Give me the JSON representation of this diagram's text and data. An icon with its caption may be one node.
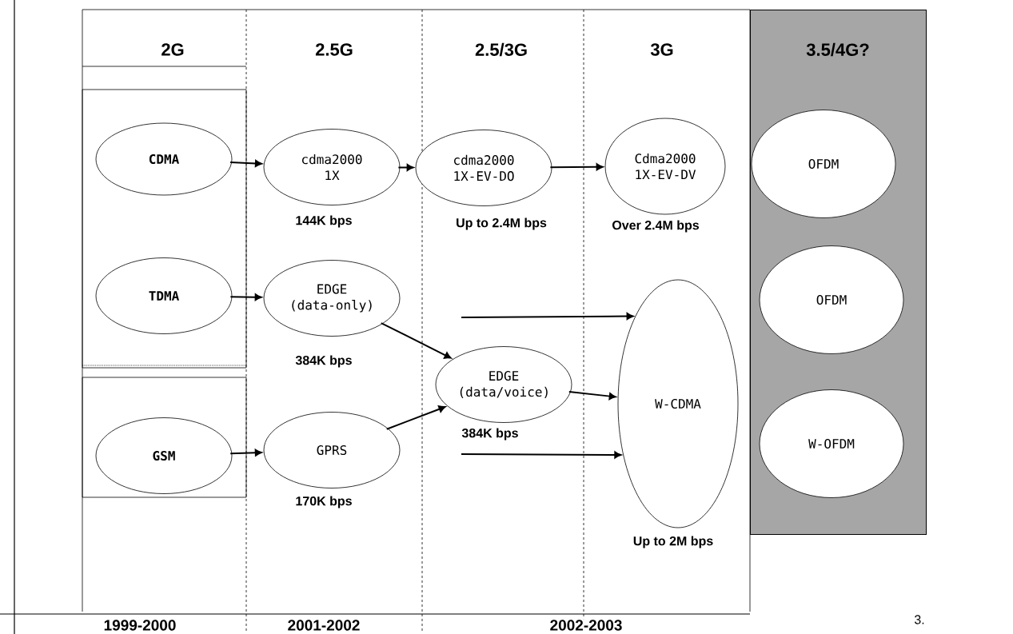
{
  "diagram": {
    "nodes": [
      {
        "text": [
          "CDMA"
        ]
      },
      {
        "text": [
          "cdma2000 1X"
        ],
        "beside": [
          "144K bps"
        ]
      },
      {
        "text": [
          "cdma2000 1X-EV-DO"
        ],
        "beside": [
          "Up to 2.4M bps"
        ]
      },
      {
        "text": [
          "Cdma2000 1X-EV-DV"
        ],
        "beside": [
          "Over 2.4M bps"
        ]
      },
      {
        "text": [
          "TDMA"
        ]
      },
      {
        "text": [
          "EDGE (data-only)"
        ],
        "beside": [
          "384K bps"
        ]
      },
      {
        "text": [
          "EDGE (data/voice)"
        ],
        "beside": [
          "384K bps"
        ]
      },
      {
        "text": [
          "W-CDMA"
        ],
        "beside": [
          "Up to 2M bps"
        ]
      },
      {
        "text": [
          "GSM"
        ]
      },
      {
        "text": [
          "GPRS"
        ],
        "beside": [
          "170K bps"
        ]
      },
      {
        "text": [
          "3.5/4G?"
        ]
      },
      {
        "text": [
          "OFDM"
        ],
        "in": 10
      },
      {
        "text": [
          "OFDM"
        ],
        "in": 10
      },
      {
        "text": [
          "W-OFDM"
        ],
        "in": 10
      }
    ],
    "edges": [
      {
        "from": 0,
        "to": 1,
        "arrow": "to"
      },
      {
        "from": 1,
        "to": 2,
        "arrow": "to"
      },
      {
        "from": 2,
        "to": 3,
        "arrow": "to"
      },
      {
        "from": 4,
        "to": 5,
        "arrow": "to"
      },
      {
        "from": 8,
        "to": 9,
        "arrow": "to"
      },
      {
        "from": 5,
        "to": 6,
        "arrow": "to"
      },
      {
        "from": 9,
        "to": 6,
        "arrow": "to"
      },
      {
        "from": 6,
        "to": 7,
        "arrow": "to"
      },
      {
        "from": null,
        "to": 7,
        "arrow": "to"
      },
      {
        "from": null,
        "to": 7,
        "arrow": "to"
      }
    ],
    "labels": [
      "2G",
      "2.5G",
      "2.5/3G",
      "3G",
      "1999-2000",
      "2001-2002",
      "2002-2003",
      "3."
    ]
  }
}
